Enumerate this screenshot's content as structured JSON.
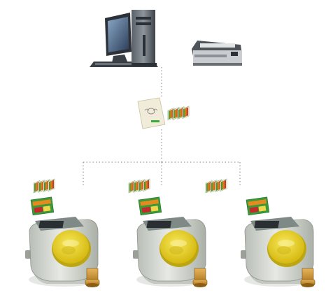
{
  "diagram": {
    "nodes": [
      {
        "id": "computer",
        "kind": "desktop-computer"
      },
      {
        "id": "printer",
        "kind": "printer"
      },
      {
        "id": "card-reader",
        "kind": "ic-card-reader"
      },
      {
        "id": "card-stack-reader",
        "kind": "ic-card-stack"
      },
      {
        "id": "card-stack-1",
        "kind": "ic-card-stack"
      },
      {
        "id": "card-stack-2",
        "kind": "ic-card-stack"
      },
      {
        "id": "card-stack-3",
        "kind": "ic-card-stack"
      },
      {
        "id": "meter-1",
        "kind": "prepaid-water-meter"
      },
      {
        "id": "meter-2",
        "kind": "prepaid-water-meter"
      },
      {
        "id": "meter-3",
        "kind": "prepaid-water-meter"
      }
    ],
    "links": [
      {
        "from": "computer",
        "to": "card-reader",
        "style": "dotted"
      },
      {
        "from": "card-reader",
        "to": "meter-1",
        "style": "dotted"
      },
      {
        "from": "card-reader",
        "to": "meter-2",
        "style": "dotted"
      },
      {
        "from": "card-reader",
        "to": "meter-3",
        "style": "dotted"
      }
    ],
    "colors": {
      "connector": "#9a9a9a",
      "card_green": "#3aa83a",
      "card_orange": "#e58a1f",
      "meter_body": "#d8dcd6",
      "meter_dial": "#e9d21a",
      "brass": "#c8902e",
      "computer_dark": "#3b4046"
    }
  }
}
